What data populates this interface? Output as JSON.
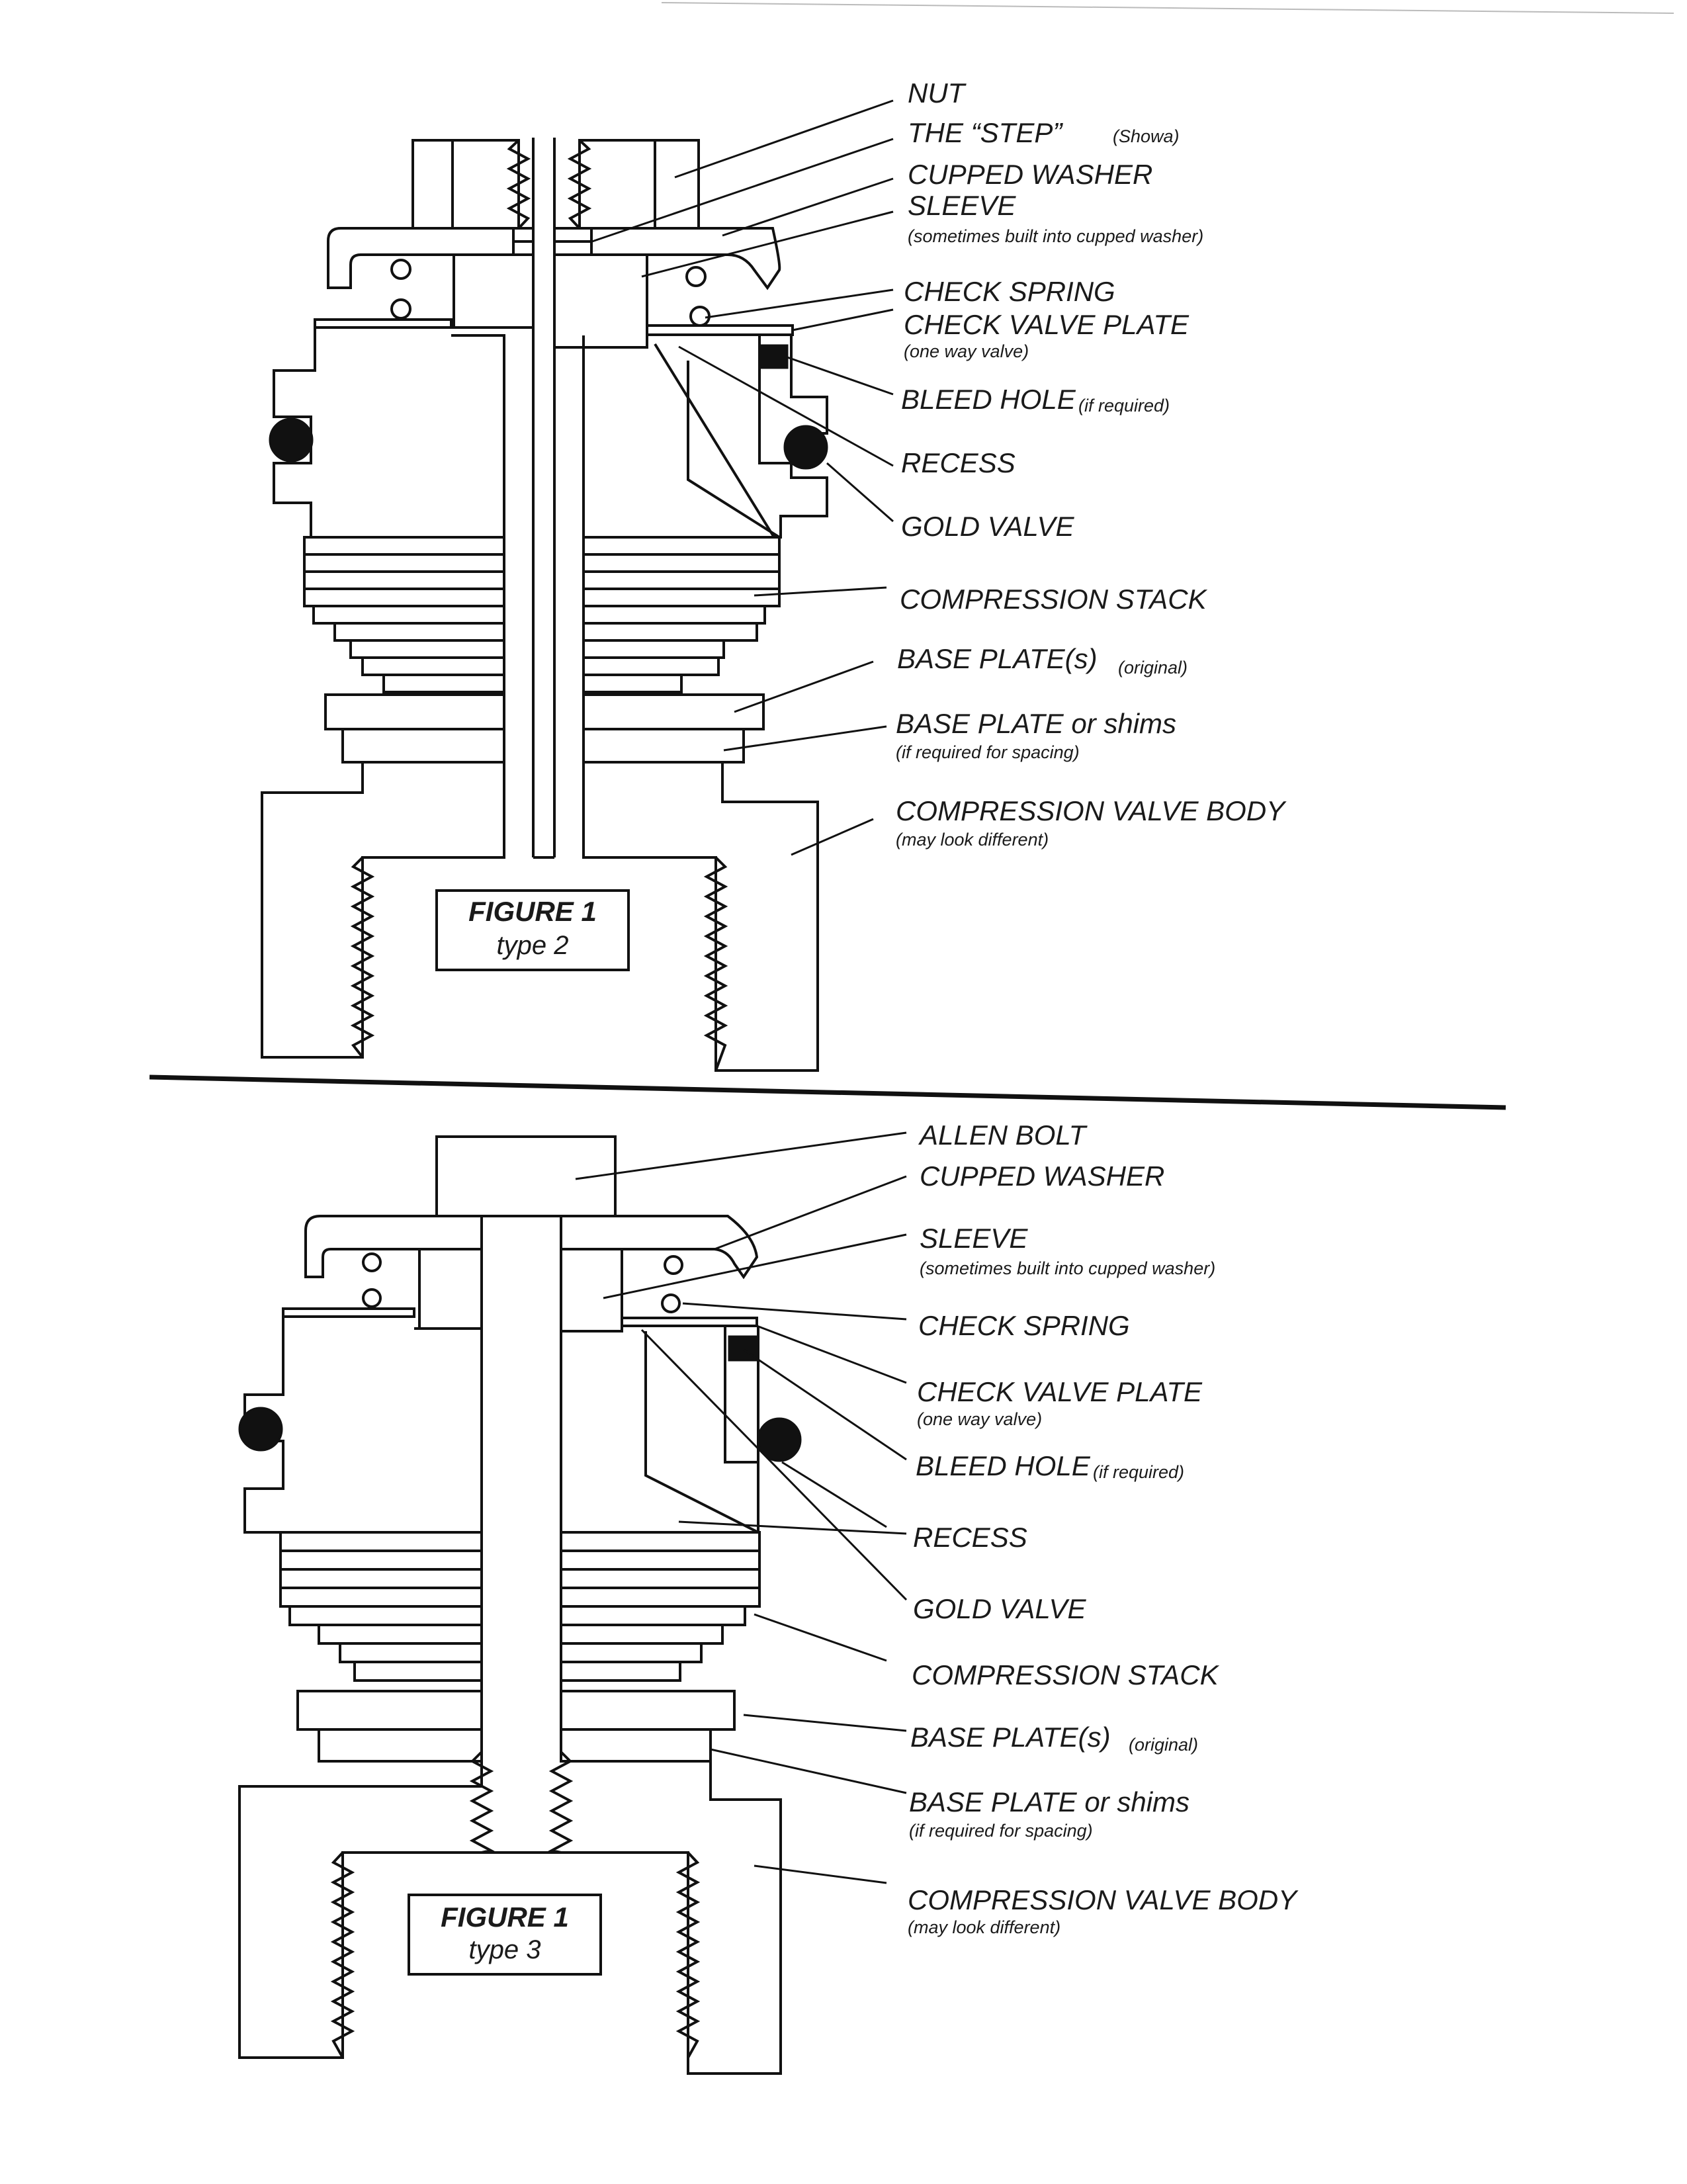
{
  "figures": [
    {
      "title": "FIGURE 1",
      "subtitle": "type 2",
      "labels": [
        {
          "main": "NUT",
          "note": ""
        },
        {
          "main": "THE “STEP”",
          "note": "(Showa)"
        },
        {
          "main": "CUPPED WASHER",
          "note": ""
        },
        {
          "main": "SLEEVE",
          "note": "(sometimes built into cupped washer)"
        },
        {
          "main": "CHECK SPRING",
          "note": ""
        },
        {
          "main": "CHECK VALVE PLATE",
          "note": "(one way valve)"
        },
        {
          "main": "BLEED HOLE",
          "note": "(if required)"
        },
        {
          "main": "RECESS",
          "note": ""
        },
        {
          "main": "GOLD VALVE",
          "note": ""
        },
        {
          "main": "COMPRESSION STACK",
          "note": ""
        },
        {
          "main": "BASE PLATE(s)",
          "note": "(original)"
        },
        {
          "main": "BASE PLATE or shims",
          "note": "(if required for spacing)"
        },
        {
          "main": "COMPRESSION VALVE BODY",
          "note": "(may look different)"
        }
      ]
    },
    {
      "title": "FIGURE 1",
      "subtitle": "type 3",
      "labels": [
        {
          "main": "ALLEN BOLT",
          "note": ""
        },
        {
          "main": "CUPPED WASHER",
          "note": ""
        },
        {
          "main": "SLEEVE",
          "note": "(sometimes built into cupped washer)"
        },
        {
          "main": "CHECK SPRING",
          "note": ""
        },
        {
          "main": "CHECK VALVE PLATE",
          "note": "(one way valve)"
        },
        {
          "main": "BLEED HOLE",
          "note": "(if required)"
        },
        {
          "main": "RECESS",
          "note": ""
        },
        {
          "main": "GOLD VALVE",
          "note": ""
        },
        {
          "main": "COMPRESSION STACK",
          "note": ""
        },
        {
          "main": "BASE PLATE(s)",
          "note": "(original)"
        },
        {
          "main": "BASE PLATE or shims",
          "note": "(if required for spacing)"
        },
        {
          "main": "COMPRESSION VALVE BODY",
          "note": "(may look different)"
        }
      ]
    }
  ]
}
